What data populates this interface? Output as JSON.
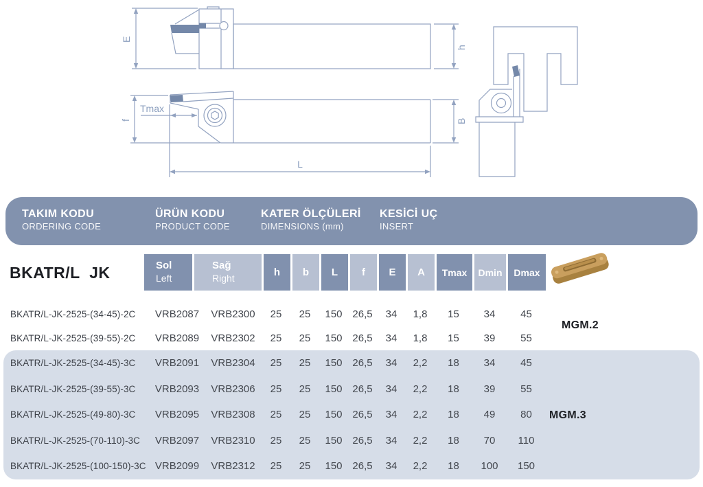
{
  "drawings": {
    "side_view_labels": {
      "e": "E",
      "h": "h"
    },
    "top_view_labels": {
      "f": "f",
      "tmax": "Tmax",
      "b": "B",
      "l": "L"
    }
  },
  "header_bar": {
    "columns": [
      {
        "title": "TAKIM KODU",
        "subtitle": "ORDERING CODE"
      },
      {
        "title": "ÜRÜN KODU",
        "subtitle": "PRODUCT CODE"
      },
      {
        "title": "KATER ÖLÇÜLERİ",
        "subtitle": "DIMENSIONS (mm)"
      },
      {
        "title": "KESİCİ UÇ",
        "subtitle": "INSERT"
      }
    ]
  },
  "table": {
    "title": "BKATR/L  JK",
    "col_headers": {
      "sol": {
        "l1": "Sol",
        "l2": "Left"
      },
      "sag": {
        "l1": "Sağ",
        "l2": "Right"
      },
      "h": "h",
      "b": "b",
      "L": "L",
      "f": "f",
      "E": "E",
      "A": "A",
      "tmax": "Tmax",
      "dmin": "Dmin",
      "dmax": "Dmax"
    },
    "rows": [
      {
        "cells": [
          "BKATR/L-JK-2525-(34-45)-2C",
          "VRB2087",
          "VRB2300",
          "25",
          "25",
          "150",
          "26,5",
          "34",
          "1,8",
          "15",
          "34",
          "45"
        ]
      },
      {
        "cells": [
          "BKATR/L-JK-2525-(39-55)-2C",
          "VRB2089",
          "VRB2302",
          "25",
          "25",
          "150",
          "26,5",
          "34",
          "1,8",
          "15",
          "39",
          "55"
        ]
      },
      {
        "cells": [
          "BKATR/L-JK-2525-(34-45)-3C",
          "VRB2091",
          "VRB2304",
          "25",
          "25",
          "150",
          "26,5",
          "34",
          "2,2",
          "18",
          "34",
          "45"
        ]
      },
      {
        "cells": [
          "BKATR/L-JK-2525-(39-55)-3C",
          "VRB2093",
          "VRB2306",
          "25",
          "25",
          "150",
          "26,5",
          "34",
          "2,2",
          "18",
          "39",
          "55"
        ]
      },
      {
        "cells": [
          "BKATR/L-JK-2525-(49-80)-3C",
          "VRB2095",
          "VRB2308",
          "25",
          "25",
          "150",
          "26,5",
          "34",
          "2,2",
          "18",
          "49",
          "80"
        ]
      },
      {
        "cells": [
          "BKATR/L-JK-2525-(70-110)-3C",
          "VRB2097",
          "VRB2310",
          "25",
          "25",
          "150",
          "26,5",
          "34",
          "2,2",
          "18",
          "70",
          "110"
        ]
      },
      {
        "cells": [
          "BKATR/L-JK-2525-(100-150)-3C",
          "VRB2099",
          "VRB2312",
          "25",
          "25",
          "150",
          "26,5",
          "34",
          "2,2",
          "18",
          "100",
          "150"
        ]
      }
    ],
    "insert_labels": {
      "mgm2": "MGM.2",
      "mgm3": "MGM.3"
    }
  },
  "colors": {
    "header_bar_bg": "#8292ae",
    "header_cell_dark": "#8191ae",
    "header_cell_light": "#b7c0d2",
    "highlight_bg": "#d6dde8",
    "drawing_line": "#92a2c0",
    "insert_blue": "#7488a9",
    "insert_gold": "#c99f5e",
    "row_text": "#44484f"
  }
}
